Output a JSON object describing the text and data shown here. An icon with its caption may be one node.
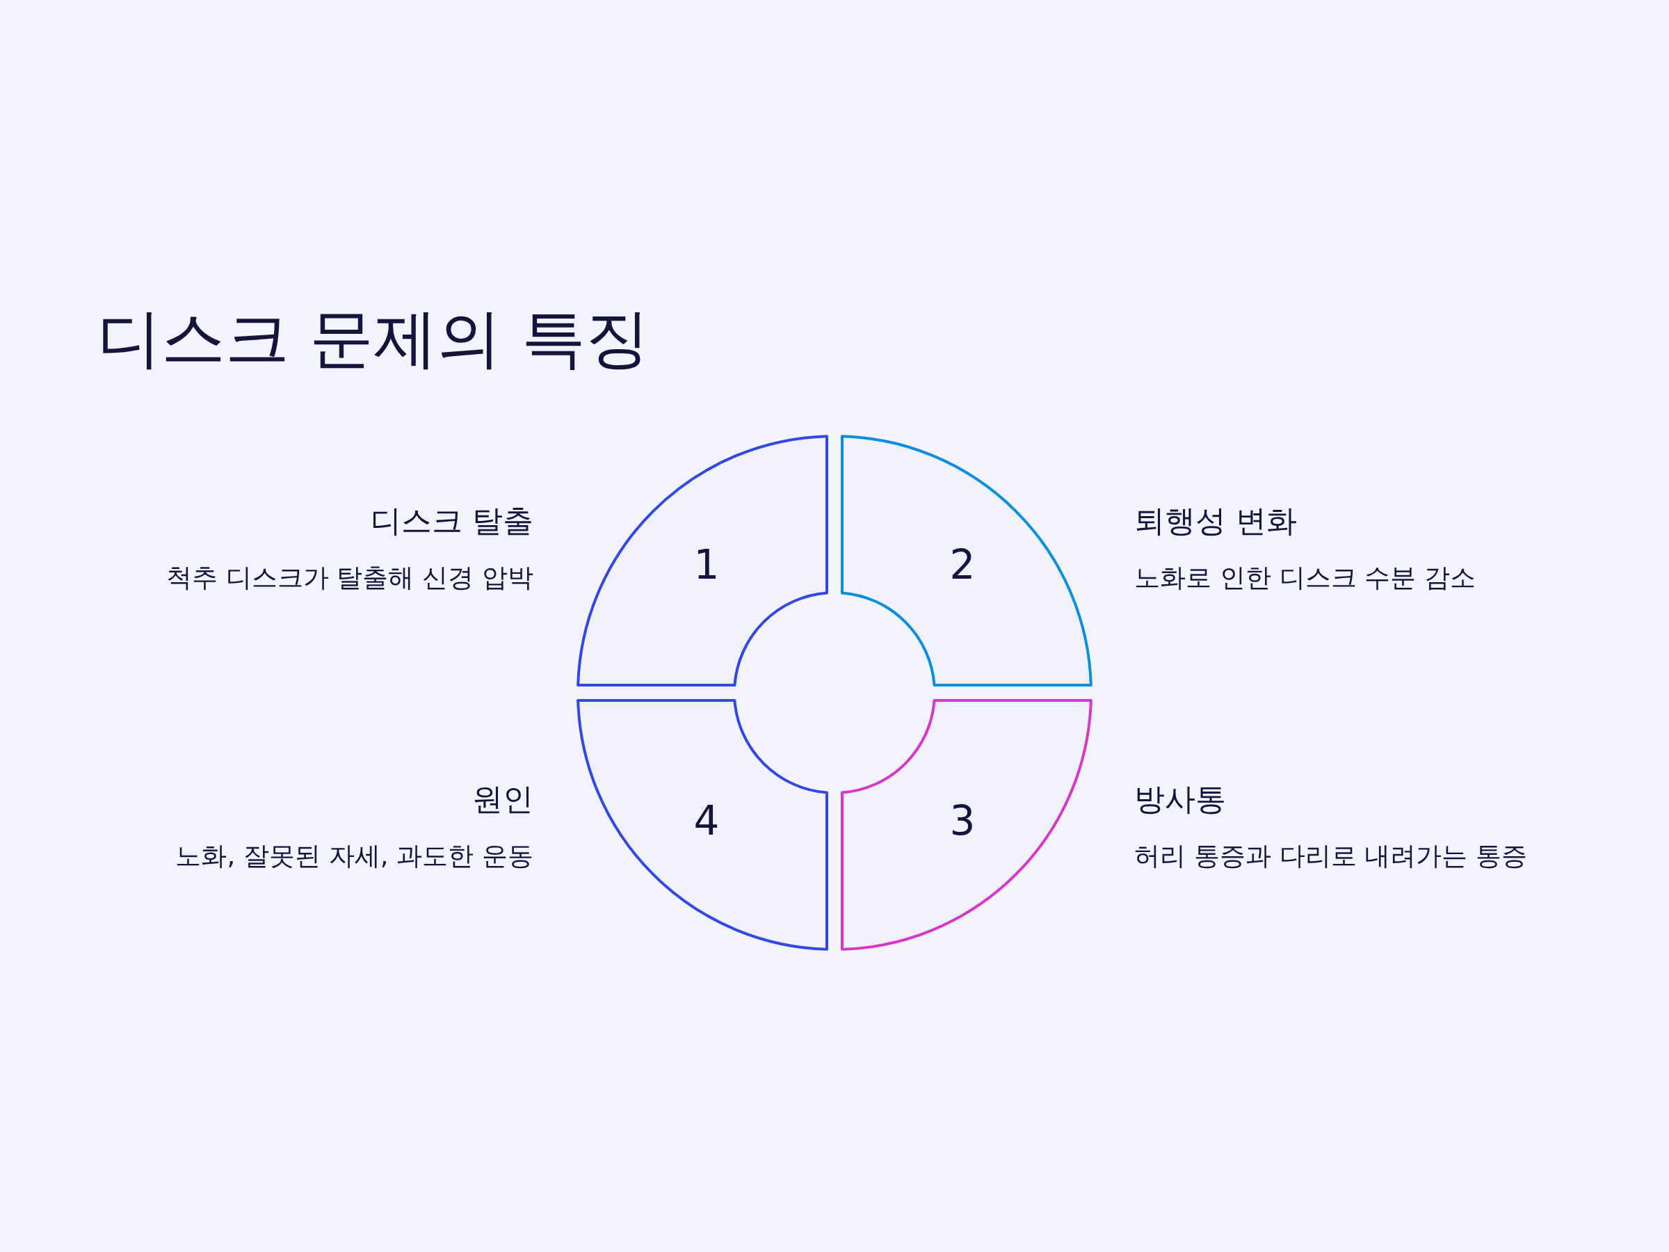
{
  "diagram": {
    "title": "디스크 문제의 특징",
    "nodes": [
      {
        "text": [
          "1"
        ],
        "beside": [
          "디스크 탈출",
          "척추 디스크가 탈출해 신경 압박"
        ]
      },
      {
        "text": [
          "2"
        ],
        "beside": [
          "퇴행성 변화",
          "노화로 인한 디스크 수분 감소"
        ]
      },
      {
        "text": [
          "3"
        ],
        "beside": [
          "방사통",
          "허리 통증과 다리로 내려가는 통증"
        ]
      },
      {
        "text": [
          "4"
        ],
        "beside": [
          "원인",
          "노화, 잘못된 자세, 과도한 운동"
        ]
      }
    ],
    "edges": []
  }
}
